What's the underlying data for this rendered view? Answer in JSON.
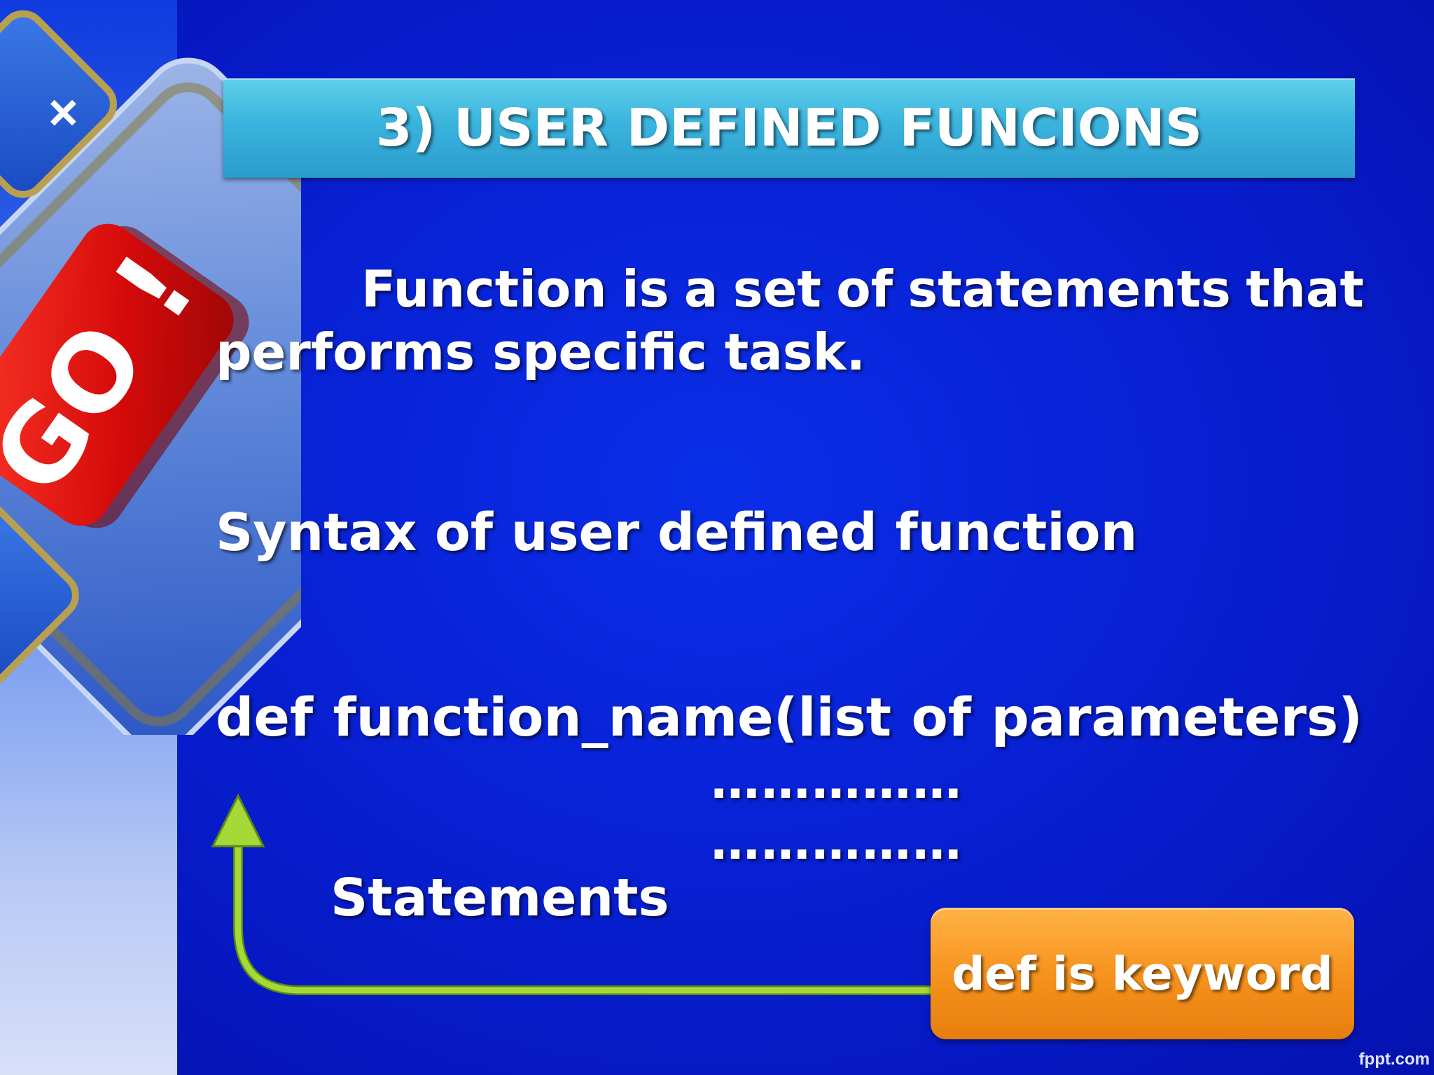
{
  "slide": {
    "title": "3) USER DEFINED FUNCIONS",
    "paragraph_words": [
      "Function",
      "is",
      "a",
      "set",
      "of",
      "statements",
      "that"
    ],
    "paragraph_line2": "performs specific task.",
    "syntax_heading": "Syntax of user defined function",
    "def_line_words": [
      "def",
      "function_name(list",
      "of",
      "parameters)"
    ],
    "dots_line1": "……………",
    "dots_line2": "……………",
    "statements_label": "Statements",
    "keyword_callout": "def is keyword",
    "go_key_label": "GO !",
    "watermark": "fppt.com"
  },
  "colors": {
    "background": "#0822d6",
    "title_bar": "#3ab4de",
    "callout": "#f7931e",
    "arrow": "#9acd32",
    "go_key": "#d40a0a"
  },
  "icons": {
    "go_key": "go-key-icon",
    "arrow": "up-arrow-icon"
  }
}
